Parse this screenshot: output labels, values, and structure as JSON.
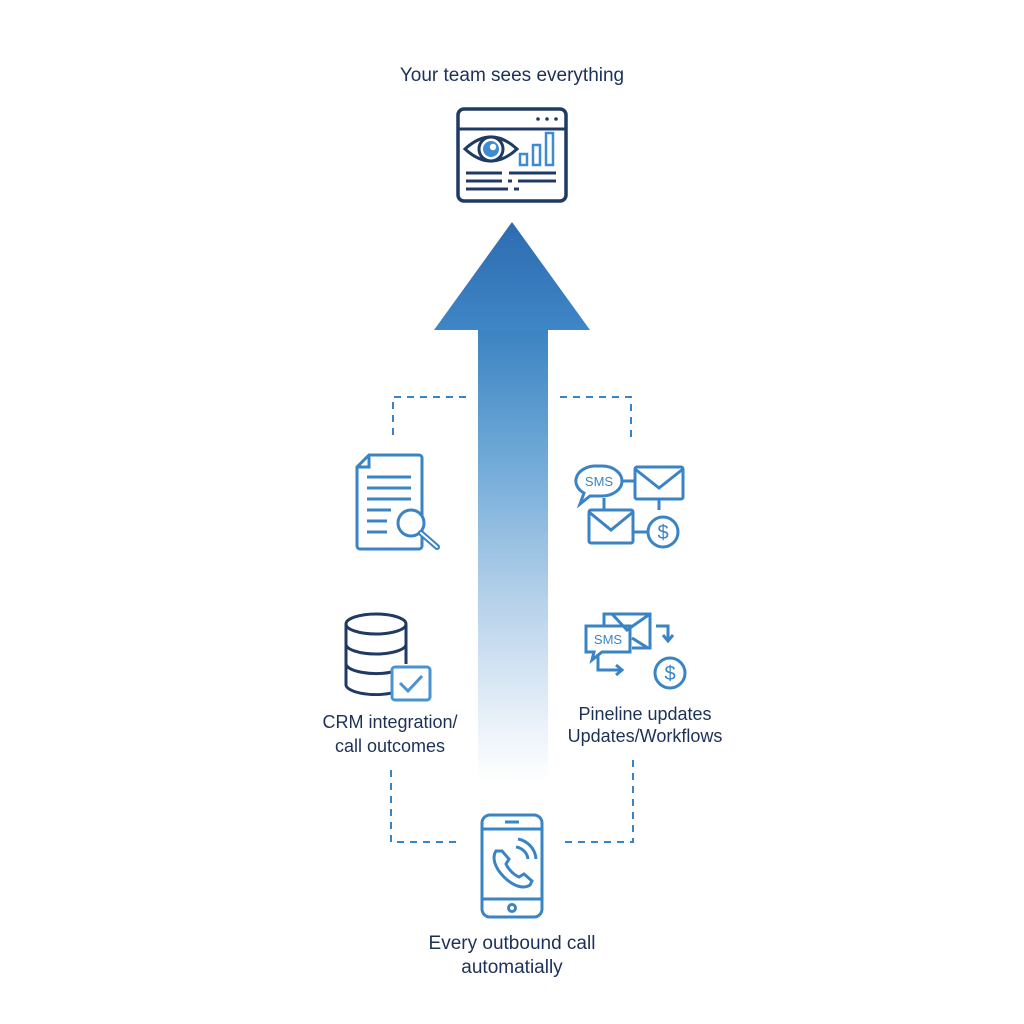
{
  "diagram": {
    "title": "Your team sees everything",
    "top_node": {
      "label": "Your team sees everything",
      "icon": "dashboard-eye-chart-icon"
    },
    "center_arrow": {
      "direction": "up",
      "icon": "upward-gradient-arrow",
      "colors": {
        "top": "#2f6fb3",
        "mid": "#4d94cc",
        "bottom": "#ffffff"
      }
    },
    "nodes": [
      {
        "id": "call-transcript",
        "icon": "document-search-icon",
        "label": "",
        "side": "left-upper"
      },
      {
        "id": "messaging",
        "icon": "sms-email-payment-network-icon",
        "icon_text": "SMS",
        "label": "",
        "side": "right-upper"
      },
      {
        "id": "crm",
        "icon": "database-check-icon",
        "label_lines": [
          "CRM integration/",
          "call outcomes"
        ],
        "side": "left-lower"
      },
      {
        "id": "pipeline",
        "icon": "sms-email-dollar-flow-icon",
        "icon_text": "SMS",
        "label_lines": [
          "Pineline updates",
          "Updates/Workflows"
        ],
        "side": "right-lower"
      }
    ],
    "bottom_node": {
      "icon": "smartphone-call-icon",
      "label_lines": [
        "Every outbound call",
        "automatially"
      ]
    },
    "connectors": {
      "style": "dashed",
      "color": "#3a84c6"
    },
    "colors": {
      "navy": "#1f3a63",
      "accent_blue": "#3a84c6",
      "text": "#1c3157",
      "background": "#ffffff"
    }
  }
}
